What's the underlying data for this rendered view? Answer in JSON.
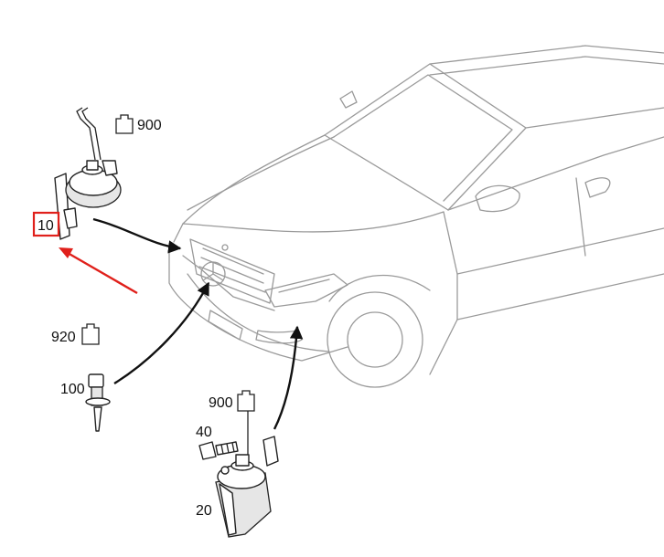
{
  "labels": {
    "horn_left": "10",
    "connector_top": "900",
    "connector_sensor": "920",
    "sensor": "100",
    "connector_bottom": "900",
    "bolt": "40",
    "horn_right": "20"
  },
  "colors": {
    "highlight": "#e0201b",
    "line": "#222222",
    "car_outline": "#9a9a9a"
  }
}
